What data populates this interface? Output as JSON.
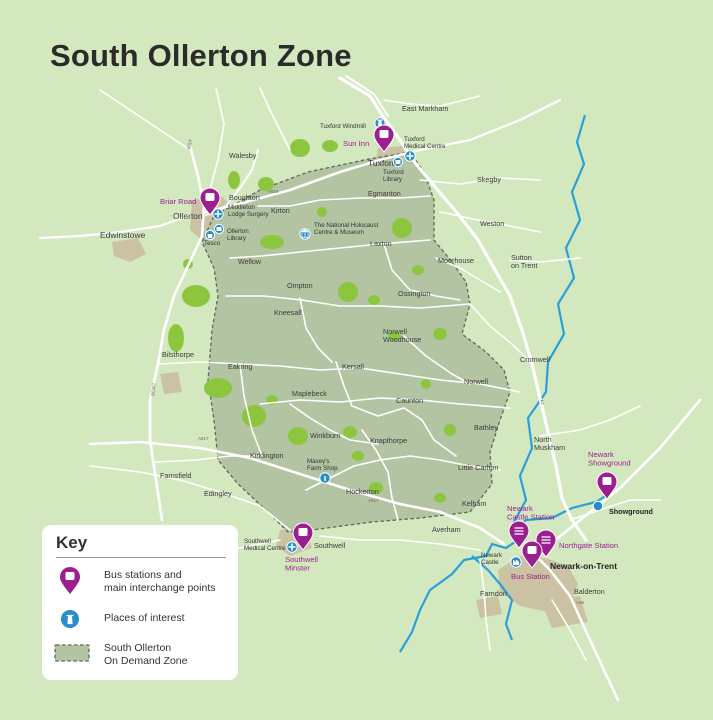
{
  "title": "South Ollerton Zone",
  "colors": {
    "background": "#d4e8c0",
    "zone_fill": "#b3c4a3",
    "zone_border": "#5a6a55",
    "road": "#ffffff",
    "river": "#2aa0d8",
    "woodland": "#8cc63f",
    "town": "#cbc2a4",
    "stop": "#9b1f8f",
    "poi": "#2a8cc8"
  },
  "places": [
    {
      "name": "East Markham"
    },
    {
      "name": "Walesby"
    },
    {
      "name": "Tuxford"
    },
    {
      "name": "Skegby"
    },
    {
      "name": "Egmanton"
    },
    {
      "name": "Boughton"
    },
    {
      "name": "Kirton"
    },
    {
      "name": "Ollerton"
    },
    {
      "name": "Weston"
    },
    {
      "name": "Edwinstowe"
    },
    {
      "name": "Laxton"
    },
    {
      "name": "Wellow"
    },
    {
      "name": "Sutton\non Trent"
    },
    {
      "name": "Moorhouse"
    },
    {
      "name": "Ompton"
    },
    {
      "name": "Ossington"
    },
    {
      "name": "Kneesall"
    },
    {
      "name": "Norwell\nWoodhouse"
    },
    {
      "name": "Cromwell"
    },
    {
      "name": "Bilsthorpe"
    },
    {
      "name": "Eakring"
    },
    {
      "name": "Kersall"
    },
    {
      "name": "Maplebeck"
    },
    {
      "name": "Norwell"
    },
    {
      "name": "Caunton"
    },
    {
      "name": "Winkburn"
    },
    {
      "name": "Knapthorpe"
    },
    {
      "name": "Kirklington"
    },
    {
      "name": "Bathley"
    },
    {
      "name": "North\nMuskham"
    },
    {
      "name": "Farnsfield"
    },
    {
      "name": "Little Carlton"
    },
    {
      "name": "Edingley"
    },
    {
      "name": "Hockerton"
    },
    {
      "name": "Kelham"
    },
    {
      "name": "Southwell"
    },
    {
      "name": "Averham"
    },
    {
      "name": "Farndon"
    },
    {
      "name": "Balderton"
    },
    {
      "name": "Showground"
    },
    {
      "name": "Newark-on-Trent"
    }
  ],
  "stops": [
    {
      "name": "Sun Inn"
    },
    {
      "name": "Briar Road"
    },
    {
      "name": "Southwell\nMinster"
    },
    {
      "name": "Newark\nShowground"
    },
    {
      "name": "Newark\nCastle Station"
    },
    {
      "name": "Northgate Station"
    },
    {
      "name": "Bus Station"
    }
  ],
  "pois": [
    {
      "name": "Tuxford Windmill",
      "icon": "tower-icon"
    },
    {
      "name": "Tuxford\nMedical Centre",
      "icon": "medical-cross-icon"
    },
    {
      "name": "Tuxford\nLibrary",
      "icon": "book-icon"
    },
    {
      "name": "Middleton\nLodge Surgery",
      "icon": "medical-cross-icon"
    },
    {
      "name": "Ollerton\nLibrary",
      "icon": "book-icon"
    },
    {
      "name": "Tesco",
      "icon": "shopping-bag-icon"
    },
    {
      "name": "The National Holocaust\nCentre & Museum",
      "icon": "museum-icon"
    },
    {
      "name": "Maxey's\nFarm Shop",
      "icon": "info-icon"
    },
    {
      "name": "Southwell\nMedical Centre",
      "icon": "medical-cross-icon"
    },
    {
      "name": "Newark\nCastle",
      "icon": "castle-icon"
    }
  ],
  "road_labels": [
    "A614",
    "A616",
    "A617",
    "A617",
    "A46",
    "A1",
    "B6387"
  ],
  "key": {
    "title": "Key",
    "items": [
      {
        "label": "Bus stations and\nmain interchange points",
        "icon": "bus-pin-icon"
      },
      {
        "label": "Places of interest",
        "icon": "tower-icon"
      },
      {
        "label": "South Ollerton\nOn Demand Zone",
        "icon": "zone-swatch-icon"
      }
    ]
  }
}
